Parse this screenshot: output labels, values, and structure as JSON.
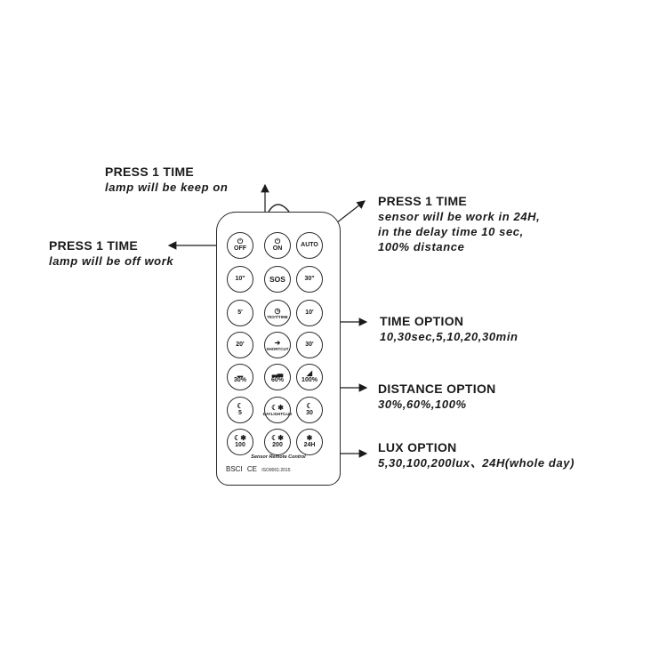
{
  "annotations": {
    "on": {
      "title": "PRESS 1 TIME",
      "sub": "lamp will be keep on"
    },
    "off": {
      "title": "PRESS 1 TIME",
      "sub": "lamp will be off work"
    },
    "auto": {
      "title": "PRESS 1 TIME",
      "sub1": "sensor will be work in 24H,",
      "sub2": "in the delay time 10 sec,",
      "sub3": "100% distance"
    },
    "time": {
      "title": "TIME OPTION",
      "sub": "10,30sec,5,10,20,30min"
    },
    "distance": {
      "title": "DISTANCE OPTION",
      "sub": "30%,60%,100%"
    },
    "lux": {
      "title": "LUX OPTION",
      "sub": "5,30,100,200lux、24H(whole day)"
    }
  },
  "remote": {
    "buttons": {
      "off": {
        "icon": "power-icon",
        "label": "OFF"
      },
      "on": {
        "icon": "power-icon",
        "label": "ON"
      },
      "auto": {
        "label": "AUTO"
      },
      "t10s": {
        "label": "10\""
      },
      "sos": {
        "label": "SOS"
      },
      "t30s": {
        "label": "30\""
      },
      "t5m": {
        "label": "5'"
      },
      "test": {
        "icon": "clock-icon",
        "label": "TEST/TIME"
      },
      "t10m": {
        "label": "10'"
      },
      "t20m": {
        "label": "20'"
      },
      "shortcut": {
        "icon": "arrow-icon",
        "label": "SHORTCUT"
      },
      "t30m": {
        "label": "30'"
      },
      "d30": {
        "icon": "signal-low-icon",
        "label": "30%"
      },
      "d60": {
        "icon": "signal-mid-icon",
        "label": "60%"
      },
      "d100": {
        "icon": "signal-full-icon",
        "label": "100%"
      },
      "lux5": {
        "icon": "moon-icon",
        "label": "5"
      },
      "daylight": {
        "icon": "moon-sun-icon",
        "label": "DAYLIGHT/LUX"
      },
      "lux30": {
        "icon": "moon-icon",
        "label": "30"
      },
      "lux100": {
        "icon": "moon-sun-icon",
        "label": "100"
      },
      "lux200": {
        "icon": "moon-sun-icon",
        "label": "200"
      },
      "h24": {
        "icon": "sun-icon",
        "label": "24H"
      }
    },
    "footer_title": "Sensor Remote Control",
    "cert": {
      "bsci": "BSCI",
      "ce": "CE",
      "iso": "ISO9001:2015"
    }
  }
}
